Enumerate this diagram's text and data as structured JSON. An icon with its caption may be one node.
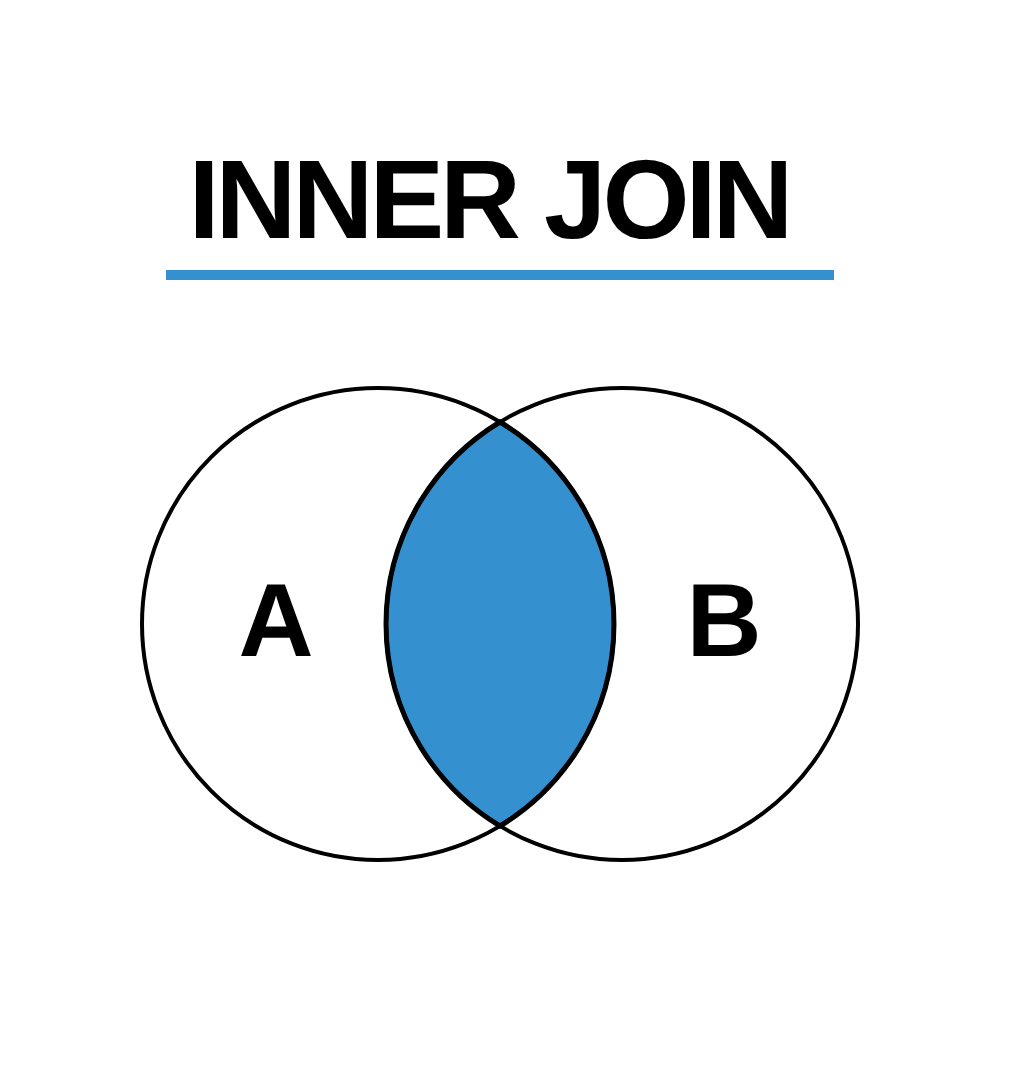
{
  "diagram": {
    "title": "INNER JOIN",
    "nodes": [
      {
        "text": [
          "A"
        ]
      },
      {
        "text": [],
        "shape": "lens"
      },
      {
        "text": [
          "B"
        ]
      }
    ]
  }
}
